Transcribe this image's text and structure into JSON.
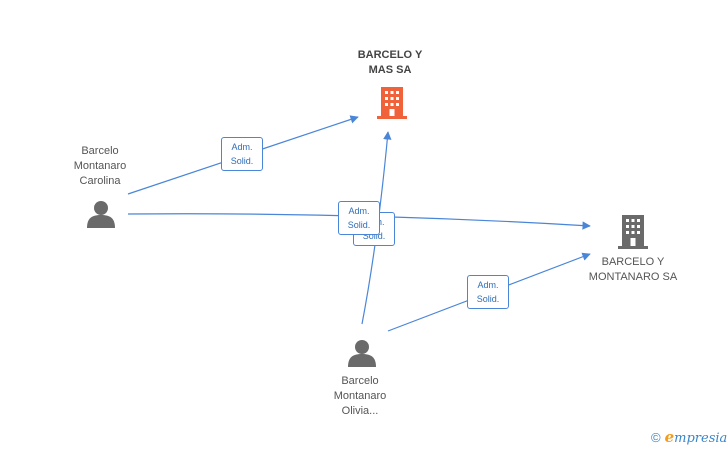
{
  "nodes": {
    "company_main": {
      "line1": "BARCELO Y",
      "line2": "MAS SA",
      "color": "#f0623a"
    },
    "company_other": {
      "line1": "BARCELO Y",
      "line2": "MONTANARO SA",
      "color": "#6a6a6a"
    },
    "person_carolina": {
      "line1": "Barcelo",
      "line2": "Montanaro",
      "line3": "Carolina",
      "color": "#6a6a6a"
    },
    "person_olivia": {
      "line1": "Barcelo",
      "line2": "Montanaro",
      "line3": "Olivia...",
      "color": "#6a6a6a"
    }
  },
  "edges": {
    "label_line1": "Adm.",
    "label_line2": "Solid.",
    "color": "#4a86d8"
  },
  "watermark": {
    "copyright": "©",
    "brand_first": "e",
    "brand_rest": "mpresia"
  }
}
